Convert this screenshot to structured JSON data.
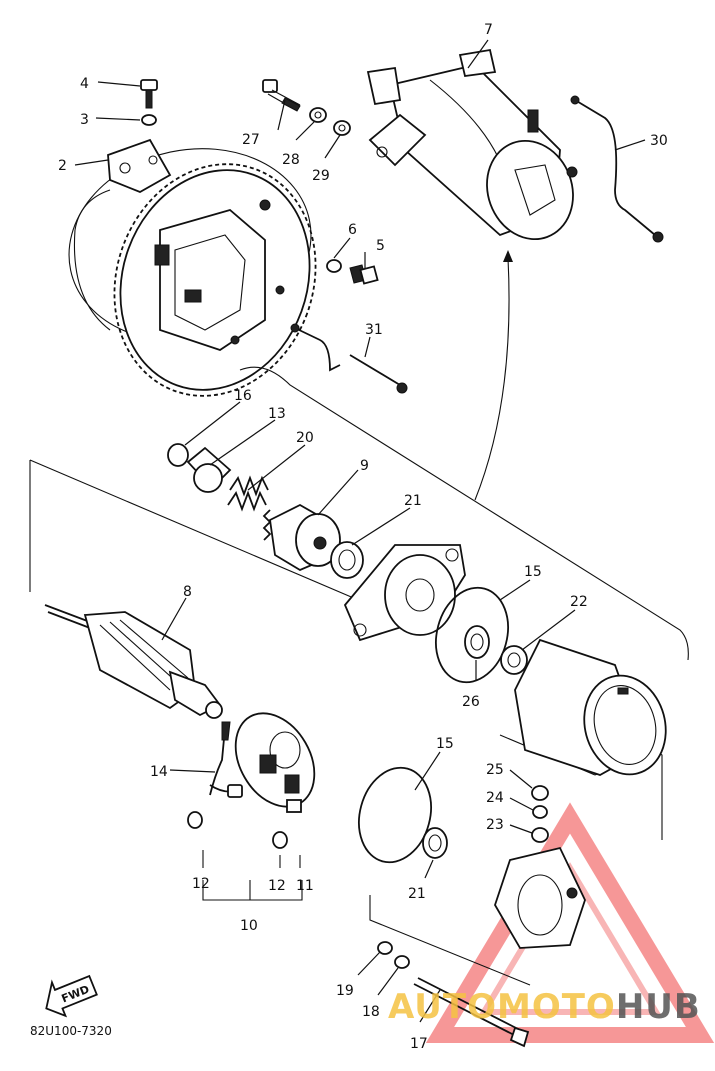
{
  "diagram_code": "82U100-7320",
  "fwd_label": "FWD",
  "watermark": {
    "part1": "AUTO",
    "part2": "MOTO",
    "part3": "HUB",
    "color1": "#f5c343",
    "color2": "#f5c343",
    "color3": "#555555",
    "triangle_color": "#f26b6b"
  },
  "callouts": {
    "c2": "2",
    "c3": "3",
    "c4": "4",
    "c5": "5",
    "c6": "6",
    "c7": "7",
    "c8": "8",
    "c9": "9",
    "c10": "10",
    "c11": "11",
    "c12a": "12",
    "c12b": "12",
    "c13": "13",
    "c14": "14",
    "c15a": "15",
    "c15b": "15",
    "c16": "16",
    "c17": "17",
    "c18": "18",
    "c19": "19",
    "c20": "20",
    "c21a": "21",
    "c21b": "21",
    "c22": "22",
    "c23": "23",
    "c24": "24",
    "c25": "25",
    "c26": "26",
    "c27": "27",
    "c28": "28",
    "c29": "29",
    "c30": "30",
    "c31": "31"
  }
}
